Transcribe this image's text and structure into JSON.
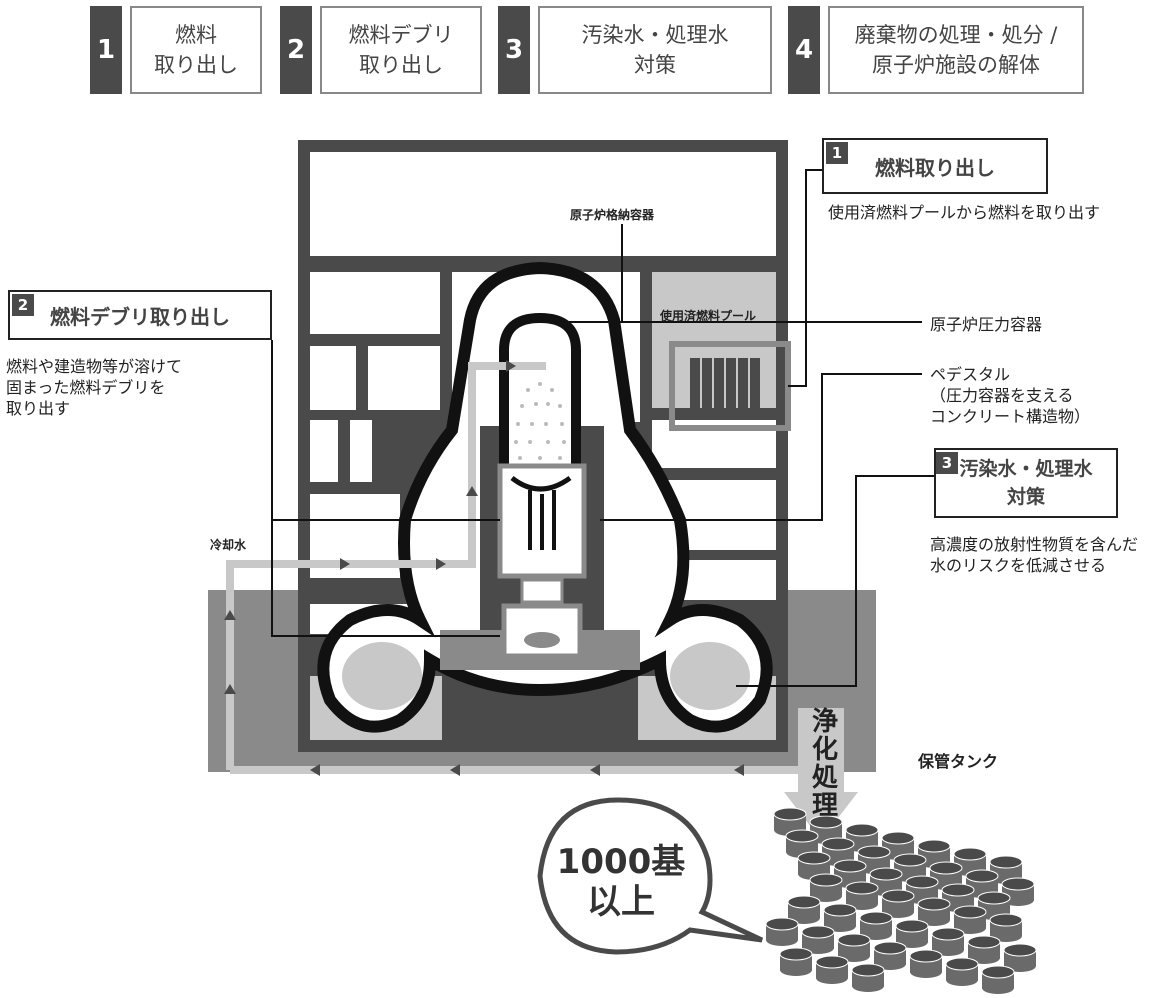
{
  "tabs": [
    {
      "num": "1",
      "label": "燃料\n取り出し"
    },
    {
      "num": "2",
      "label": "燃料デブリ\n取り出し"
    },
    {
      "num": "3",
      "label": "汚染水・処理水\n対策"
    },
    {
      "num": "4",
      "label": "廃棄物の処理・処分 /\n原子炉施設の解体"
    }
  ],
  "callouts": {
    "fuel": {
      "num": "1",
      "title": "燃料取り出し",
      "desc": "使用済燃料プールから燃料を取り出す"
    },
    "debris": {
      "num": "2",
      "title": "燃料デブリ取り出し",
      "desc": "燃料や建造物等が溶けて\n固まった燃料デブリを\n取り出す"
    },
    "water": {
      "num": "3",
      "title": "汚染水・処理水\n対策",
      "desc": "高濃度の放射性物質を含んだ\n水のリスクを低減させる"
    }
  },
  "labels": {
    "containment": "原子炉格納容器",
    "spent_pool": "使用済燃料プール",
    "pressure_vessel": "原子炉圧力容器",
    "pedestal": "ペデスタル\n（圧力容器を支える\nコンクリート構造物）",
    "cooling_water": "冷却水",
    "purification": "浄\n化\n処\n理",
    "storage_tanks": "保管タンク",
    "tank_count": "1000基\n以上"
  },
  "colors": {
    "dark": "#4a4a4a",
    "mid": "#8a8a8a",
    "light": "#c8c8c8",
    "black": "#111111"
  }
}
